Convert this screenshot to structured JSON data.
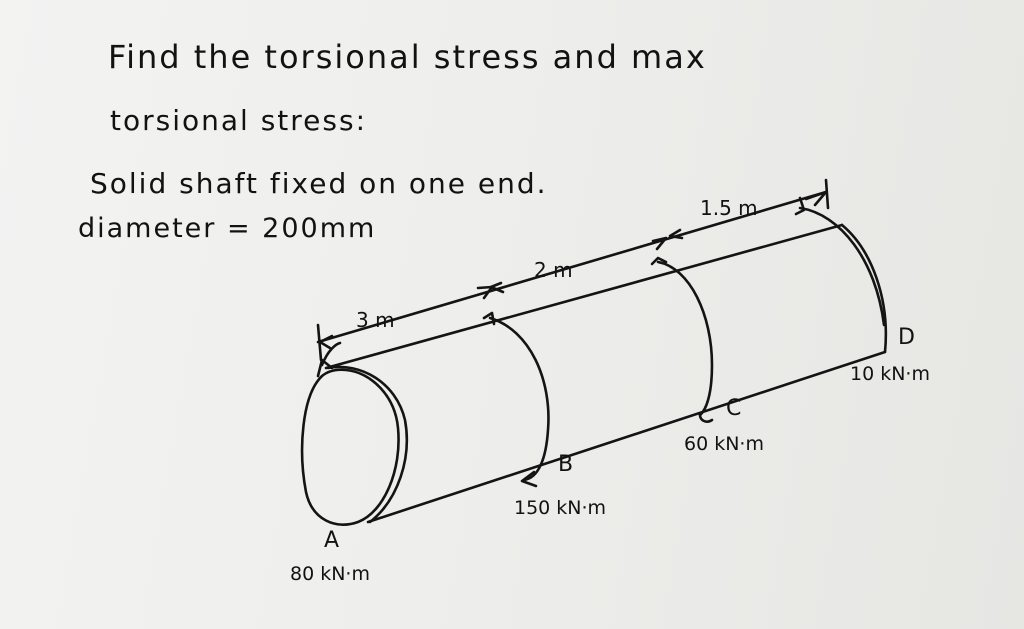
{
  "problem": {
    "line1": "Find the torsional stress and max",
    "line2": "torsional stress:",
    "line3": "Solid shaft fixed on one end.",
    "line4": "diameter = 200mm"
  },
  "diagram": {
    "segments": [
      "3 m",
      "2 m",
      "1.5 m"
    ],
    "points": [
      {
        "id": "A",
        "torque": "80 kN·m"
      },
      {
        "id": "B",
        "torque": "150 kN·m"
      },
      {
        "id": "C",
        "torque": "60 kN·m"
      },
      {
        "id": "D",
        "torque": "10 kN·m"
      }
    ]
  }
}
